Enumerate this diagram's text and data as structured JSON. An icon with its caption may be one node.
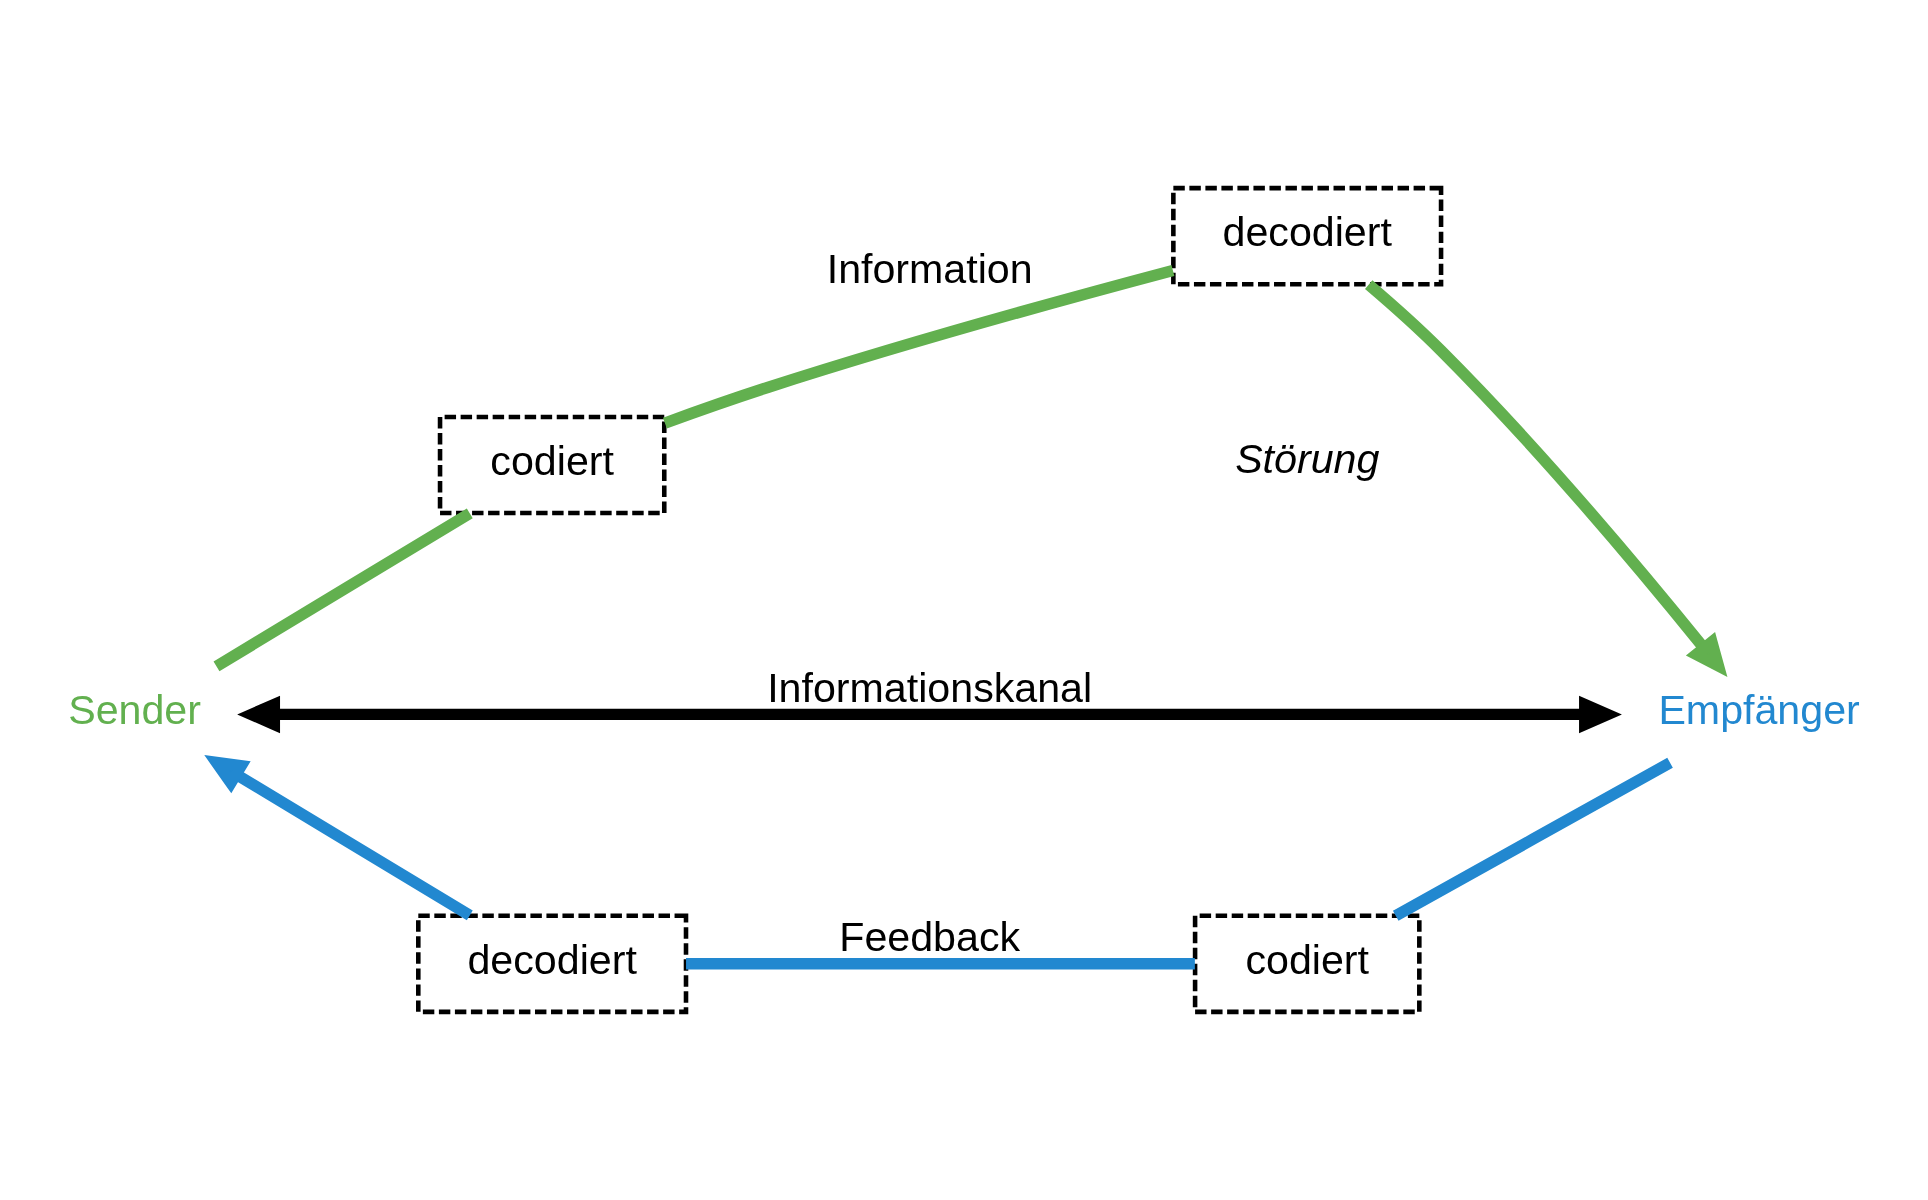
{
  "diagram": {
    "nodes": [
      {
        "text": [
          "Sender"
        ]
      },
      {
        "text": [
          "codiert"
        ]
      },
      {
        "text": [
          "decodiert"
        ]
      },
      {
        "text": [
          "Empfänger"
        ]
      },
      {
        "text": [
          "codiert"
        ]
      },
      {
        "text": [
          "decodiert"
        ]
      }
    ],
    "edges": [
      {
        "from": 0,
        "to": 1,
        "arrow": "none",
        "color": "#62b04f"
      },
      {
        "from": 1,
        "to": 2,
        "arrow": "none",
        "label": "Information",
        "color": "#62b04f"
      },
      {
        "from": 2,
        "to": 3,
        "arrow": "to",
        "color": "#62b04f"
      },
      {
        "from": 3,
        "to": 4,
        "arrow": "none",
        "color": "#2288d0"
      },
      {
        "from": 4,
        "to": 5,
        "arrow": "none",
        "label": "Feedback",
        "color": "#2288d0"
      },
      {
        "from": 5,
        "to": 0,
        "arrow": "to",
        "color": "#2288d0"
      },
      {
        "from": 0,
        "to": 3,
        "arrow": "both",
        "label": "Informationskanal",
        "color": "#000000"
      }
    ],
    "labels": [
      "Störung"
    ]
  }
}
